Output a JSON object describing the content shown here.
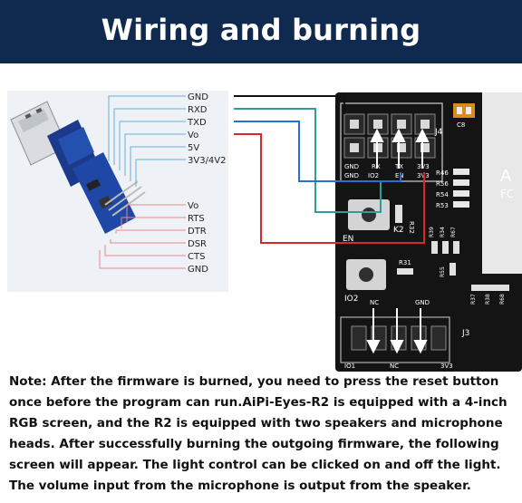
{
  "title": "Wiring and burning",
  "adapter_labels": {
    "top": [
      "GND",
      "RXD",
      "TXD",
      "Vo",
      "5V",
      "3V3/4V2"
    ],
    "bottom": [
      "Vo",
      "RTS",
      "DTR",
      "DSR",
      "CTS",
      "GND"
    ]
  },
  "board": {
    "header_labels": [
      "GND",
      "RX",
      "TX",
      "3V3"
    ],
    "row2_labels": [
      "GND",
      "IO2",
      "EN",
      "3V3"
    ],
    "button_labels": [
      "EN",
      "K2",
      "IO2"
    ],
    "resistors": [
      "R46",
      "R56",
      "R54",
      "R53",
      "R32",
      "R31",
      "R39",
      "R34",
      "R67",
      "R55",
      "R37",
      "R38",
      "R68",
      "C8"
    ],
    "connectors": [
      "J4",
      "J3"
    ],
    "bottom_labels": [
      "NC",
      "GND",
      "IO1",
      "NC",
      "3V3"
    ],
    "edge_text": [
      "A",
      "FC"
    ]
  },
  "wire_colors": {
    "gnd": "#111111",
    "rxd": "#2aa198",
    "txd": "#2b6fd6",
    "vo": "#d62828"
  },
  "note": "Note: After the firmware is burned, you need to press the reset button once before the program can run.AiPi-Eyes-R2 is equipped with a 4-inch RGB screen, and the R2 is equipped with two speakers and microphone heads. After successfully burning the outgoing firmware, the following screen will appear. The light control can be clicked on and off the light. The volume input from the microphone is output from the speaker."
}
